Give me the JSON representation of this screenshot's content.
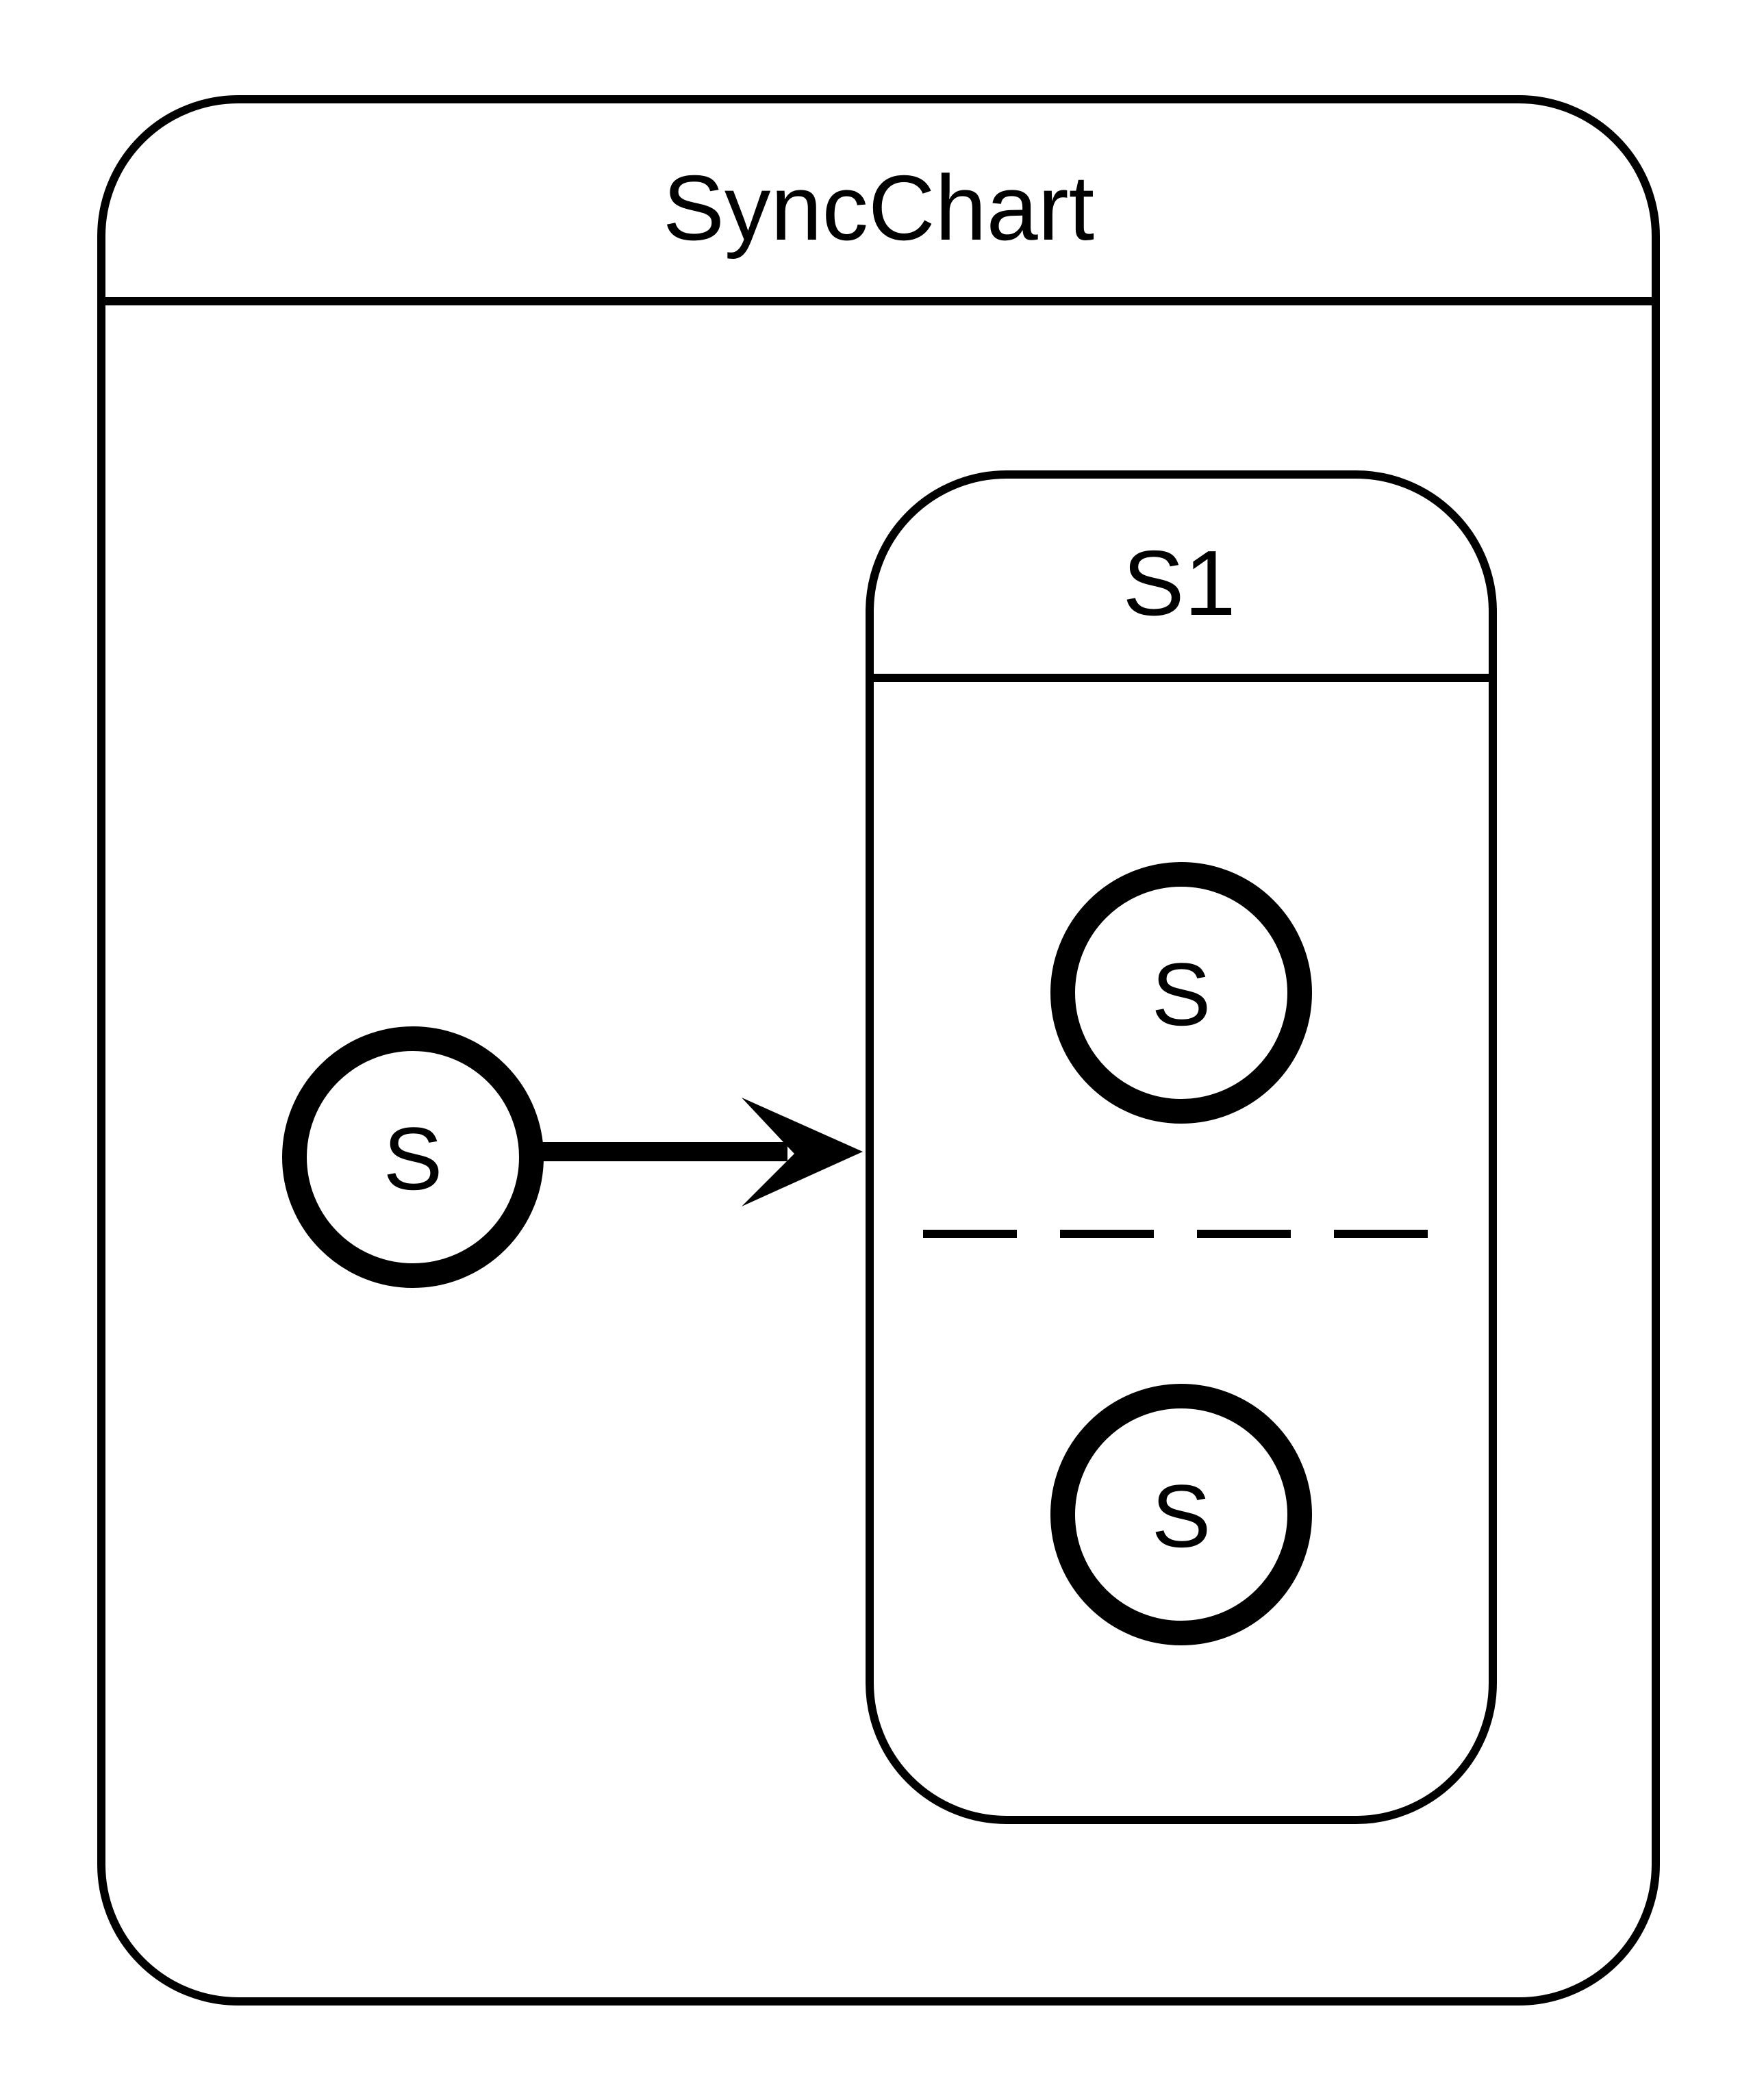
{
  "diagram": {
    "outer_state": {
      "title": "SyncChart"
    },
    "composite_state": {
      "title": "S1"
    },
    "initial_state": {
      "label": "S"
    },
    "region_top_state": {
      "label": "S"
    },
    "region_bottom_state": {
      "label": "S"
    }
  },
  "colors": {
    "stroke": "#000000",
    "background": "#ffffff"
  }
}
